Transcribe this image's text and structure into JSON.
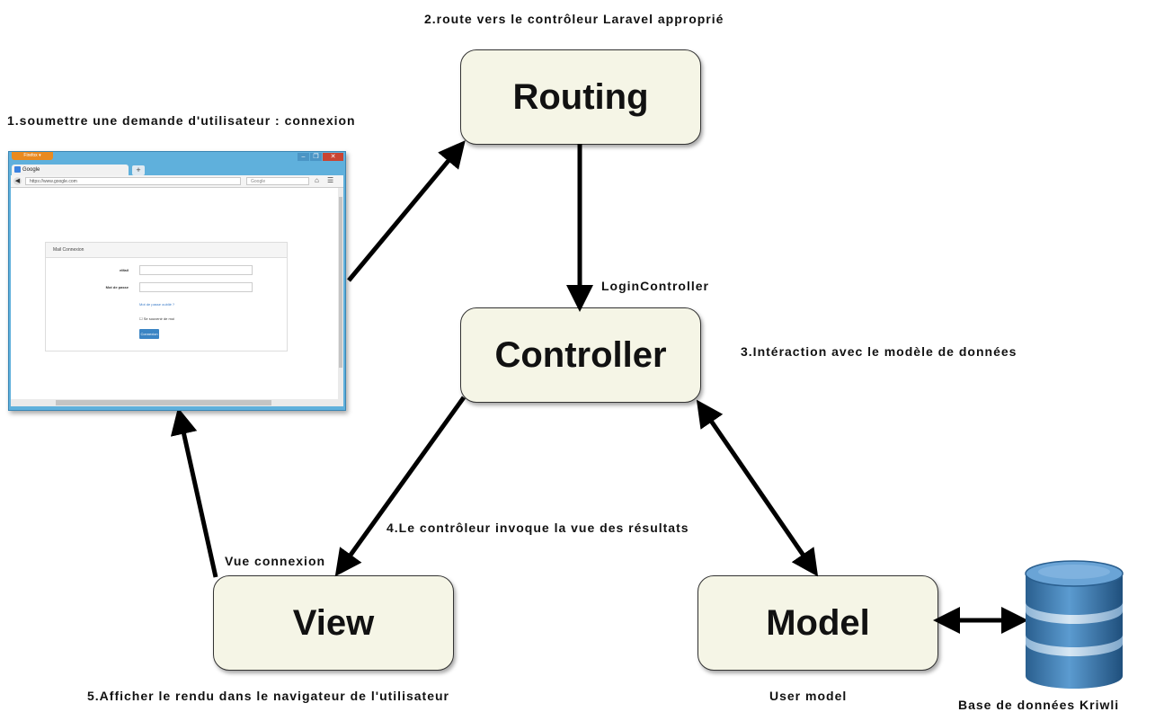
{
  "captions": {
    "step1": "1.soumettre une demande d'utilisateur : connexion",
    "step2": "2.route vers le contrôleur Laravel approprié",
    "step3": "3.Intéraction avec le modèle de données",
    "step4": "4.Le contrôleur invoque la vue des résultats",
    "step5": "5.Afficher le rendu dans le navigateur de l'utilisateur",
    "login_controller": "LoginController",
    "vue_connexion": "Vue connexion",
    "user_model": "User model",
    "database": "Base de données Kriwli"
  },
  "nodes": {
    "routing": "Routing",
    "controller": "Controller",
    "view": "View",
    "model": "Model"
  },
  "browser": {
    "firefox_button": "Firefox ▾",
    "tab_title": "Google",
    "new_tab": "+",
    "url": "https://www.google.com",
    "search_placeholder": "Google",
    "minimize": "–",
    "maximize": "❐",
    "close": "✕",
    "form": {
      "panel_title": "Mail Connexion",
      "email_label": "eMail",
      "password_label": "Mot de passe",
      "forgot_link": "Mot de passe oublié ?",
      "remember_label": "Se souvenir de moi",
      "submit_label": "Connexion"
    }
  },
  "colors": {
    "node_fill": "#f5f5e6",
    "arrow": "#000000",
    "db_blue": "#3d7bb0"
  }
}
